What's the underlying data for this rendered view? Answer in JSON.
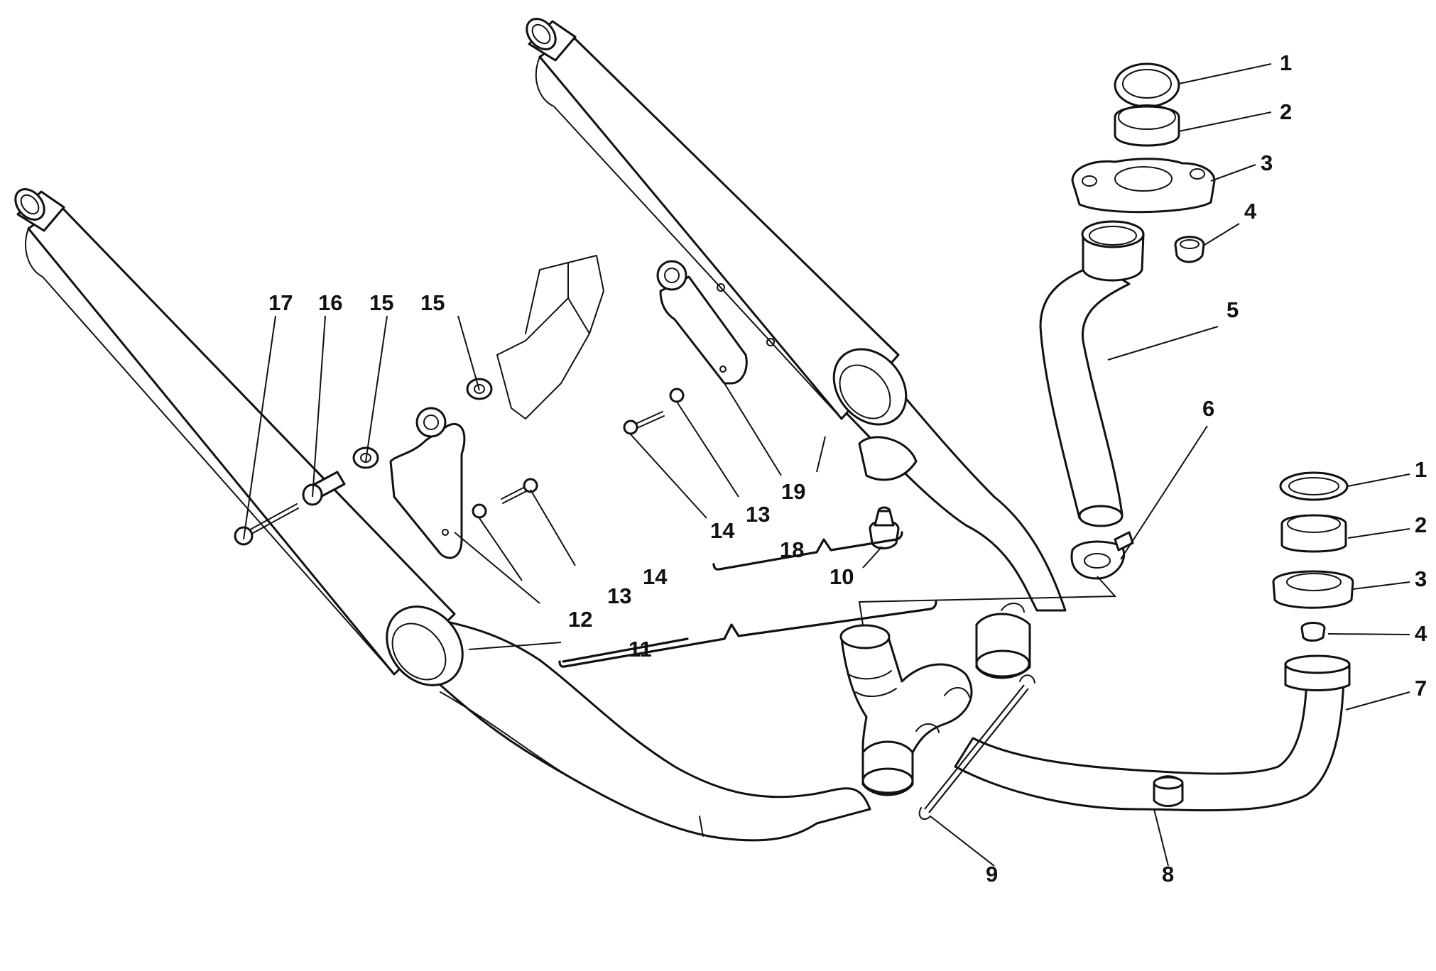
{
  "callouts": {
    "c1a": "1",
    "c2a": "2",
    "c3a": "3",
    "c4a": "4",
    "c5": "5",
    "c6": "6",
    "c1b": "1",
    "c2b": "2",
    "c3b": "3",
    "c4b": "4",
    "c7": "7",
    "c8": "8",
    "c9": "9",
    "c10": "10",
    "c11": "11",
    "c12": "12",
    "c13a": "13",
    "c14a": "14",
    "c13b": "13",
    "c14b": "14",
    "c15a": "15",
    "c15b": "15",
    "c16": "16",
    "c17": "17",
    "c18": "18",
    "c19": "19"
  }
}
